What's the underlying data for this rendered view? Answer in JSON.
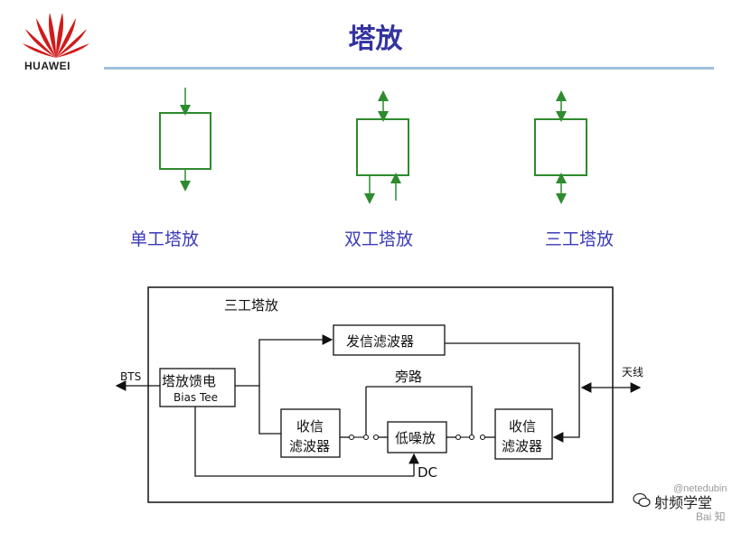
{
  "header": {
    "title": "塔放",
    "logo_text": "HUAWEI"
  },
  "types": [
    {
      "label": "单工塔放"
    },
    {
      "label": "双工塔放"
    },
    {
      "label": "三工塔放"
    }
  ],
  "diagram": {
    "frame_title": "三工塔放",
    "bts": "BTS",
    "bias_tee_cn": "塔放馈电",
    "bias_tee_en": "Bias Tee",
    "tx_filter": "发信滤波器",
    "bypass": "旁路",
    "rx_filter_1_line1": "收信",
    "rx_filter_1_line2": "滤波器",
    "lna": "低噪放",
    "rx_filter_2_line1": "收信",
    "rx_filter_2_line2": "滤波器",
    "dc": "DC",
    "antenna": "天线"
  },
  "watermark": {
    "brand": "射频学堂",
    "faint": "@netedubin",
    "baidu": "Bai 知"
  },
  "colors": {
    "title": "#3333a0",
    "label": "#3a3ab8",
    "green_box": "#2e8b2e",
    "logo_red": "#d11a1a"
  }
}
